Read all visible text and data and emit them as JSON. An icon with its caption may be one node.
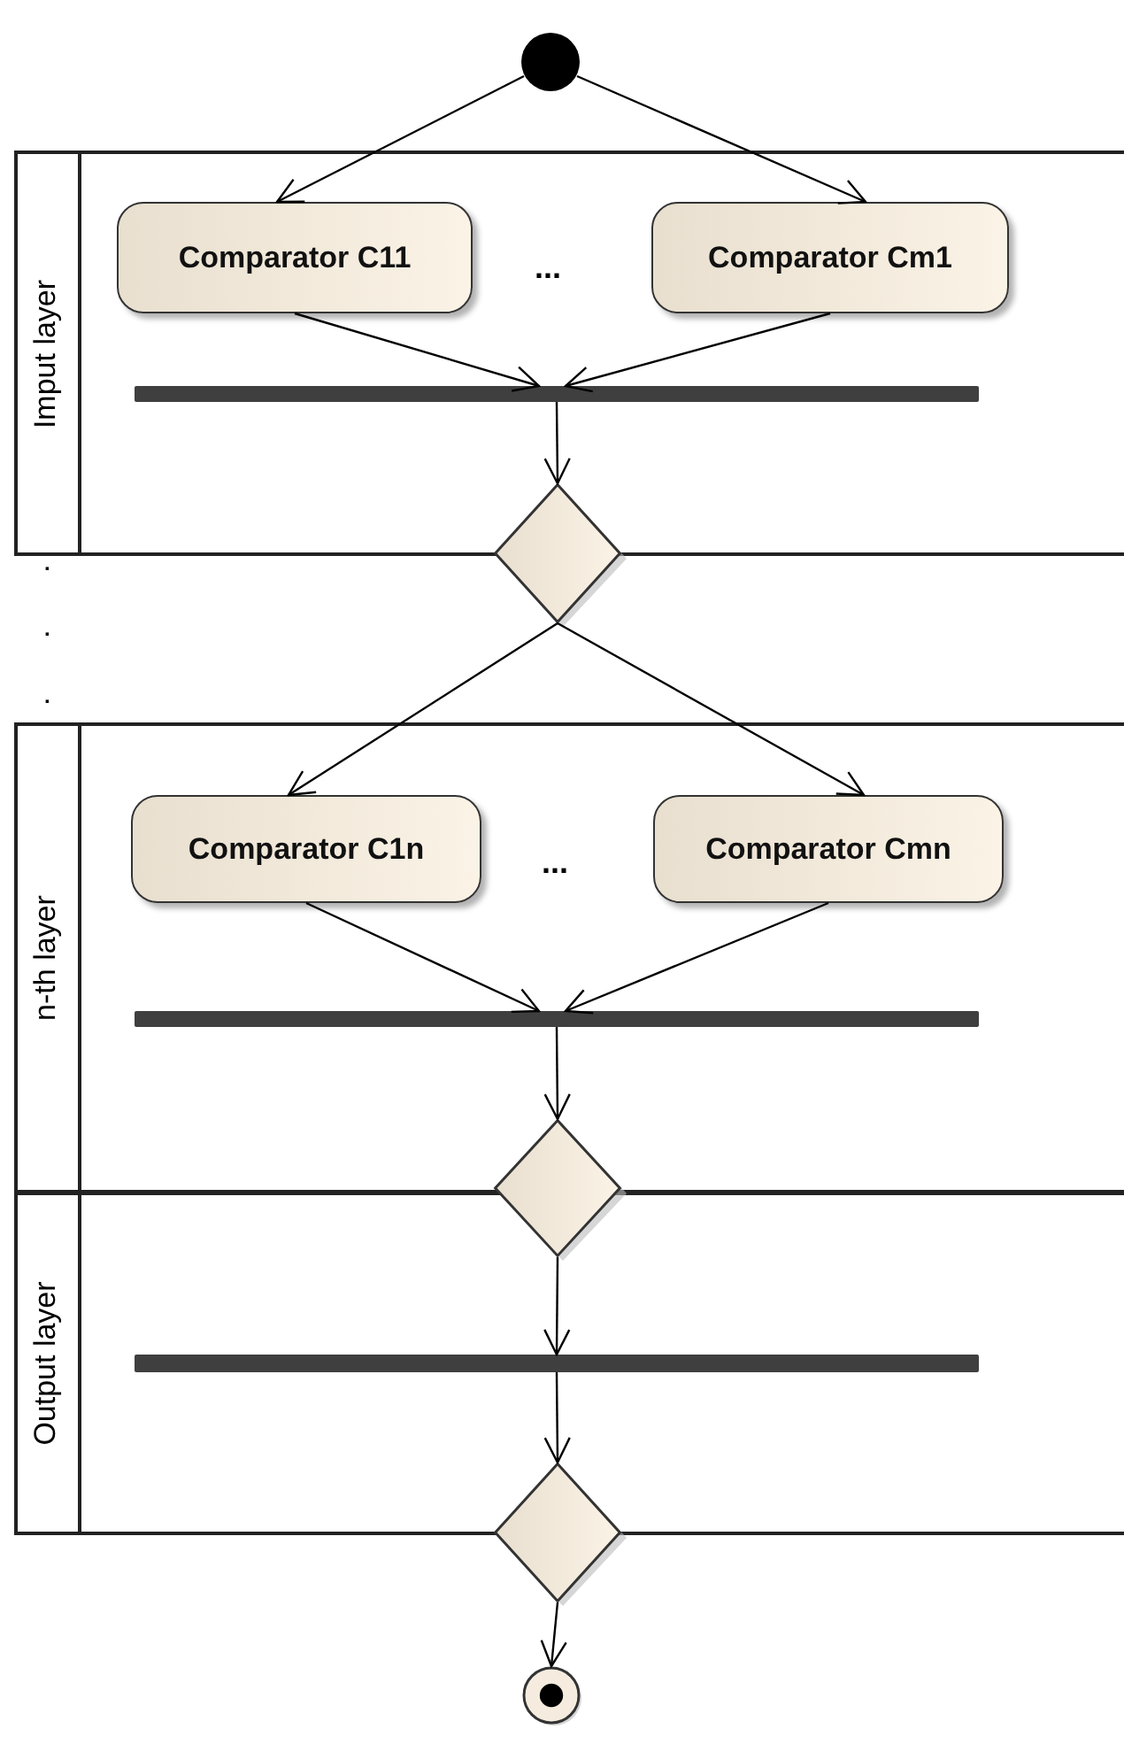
{
  "diagram": {
    "nodes": [
      {
        "text": [],
        "shape": "circle"
      },
      {
        "text": [
          "Imput layer"
        ]
      },
      {
        "text": [
          "Comparator C11"
        ],
        "in": 1
      },
      {
        "text": [
          "Comparator Cm1"
        ],
        "in": 1
      },
      {
        "text": [],
        "shape": "bar",
        "in": 1
      },
      {
        "text": [],
        "shape": "diamond"
      },
      {
        "text": [
          "n-th layer"
        ]
      },
      {
        "text": [
          "Comparator C1n"
        ],
        "in": 6
      },
      {
        "text": [
          "Comparator Cmn"
        ],
        "in": 6
      },
      {
        "text": [],
        "shape": "bar",
        "in": 6
      },
      {
        "text": [],
        "shape": "diamond"
      },
      {
        "text": [
          "Output layer"
        ]
      },
      {
        "text": [],
        "shape": "bar",
        "in": 11
      },
      {
        "text": [],
        "shape": "diamond"
      },
      {
        "text": [],
        "shape": "circle"
      }
    ],
    "edges": [
      {
        "from": 0,
        "to": 2,
        "arrow": "to"
      },
      {
        "from": 0,
        "to": 3,
        "arrow": "to"
      },
      {
        "from": 2,
        "to": 4,
        "arrow": "to"
      },
      {
        "from": 3,
        "to": 4,
        "arrow": "to"
      },
      {
        "from": 4,
        "to": 5,
        "arrow": "to"
      },
      {
        "from": 5,
        "to": 7,
        "arrow": "to"
      },
      {
        "from": 5,
        "to": 8,
        "arrow": "to"
      },
      {
        "from": 7,
        "to": 9,
        "arrow": "to"
      },
      {
        "from": 8,
        "to": 9,
        "arrow": "to"
      },
      {
        "from": 9,
        "to": 10,
        "arrow": "to"
      },
      {
        "from": 10,
        "to": 12,
        "arrow": "to"
      },
      {
        "from": 12,
        "to": 13,
        "arrow": "to"
      },
      {
        "from": 13,
        "to": 14,
        "arrow": "to"
      }
    ],
    "labels": [
      "...",
      "...",
      ".",
      ".",
      "."
    ]
  }
}
